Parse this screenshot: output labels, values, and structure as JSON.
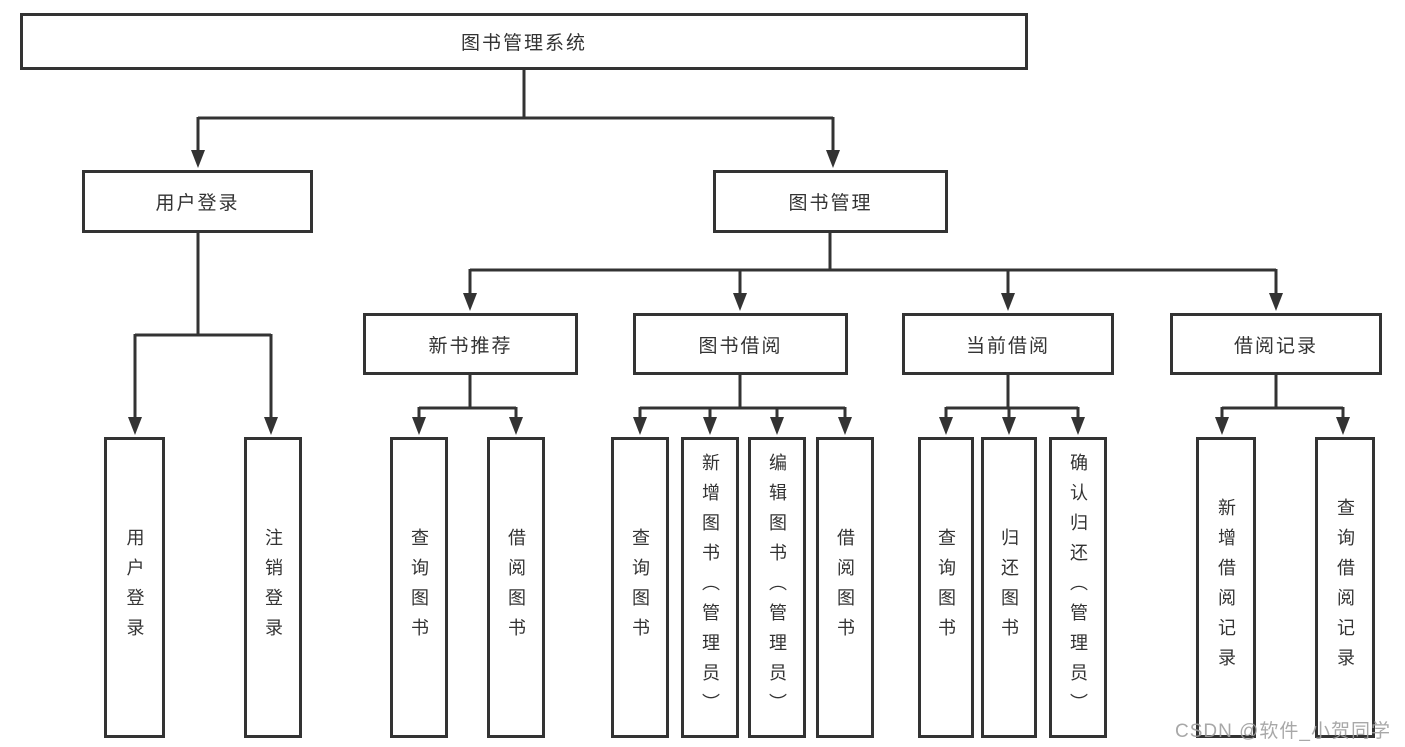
{
  "diagram": {
    "title": "图书管理系统",
    "children": [
      {
        "label": "用户登录",
        "children": [
          "用户登录",
          "注销登录"
        ]
      },
      {
        "label": "图书管理",
        "children": [
          {
            "label": "新书推荐",
            "children": [
              "查询图书",
              "借阅图书"
            ]
          },
          {
            "label": "图书借阅",
            "children": [
              "查询图书",
              "新增图书（管理员）",
              "编辑图书（管理员）",
              "借阅图书"
            ]
          },
          {
            "label": "当前借阅",
            "children": [
              "查询图书",
              "归还图书",
              "确认归还（管理员）"
            ]
          },
          {
            "label": "借阅记录",
            "children": [
              "新增借阅记录",
              "查询借阅记录"
            ]
          }
        ]
      }
    ]
  },
  "watermark": {
    "text": "CSDN @软件_小贺同学"
  },
  "colors": {
    "line": "#333333",
    "text": "#333333",
    "background": "#ffffff",
    "watermark": "#9e9e9e"
  }
}
